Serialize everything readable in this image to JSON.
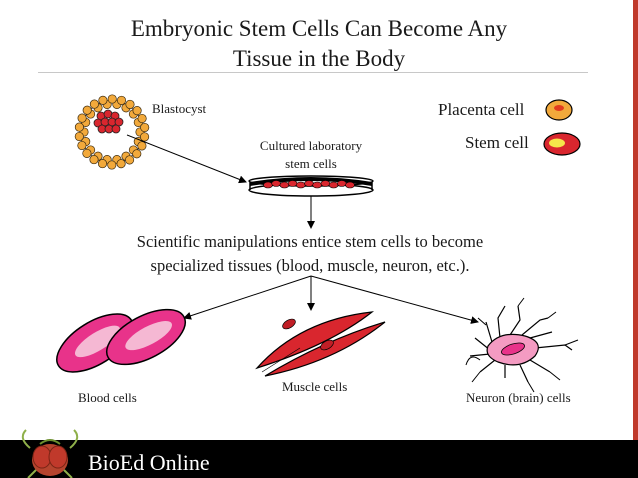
{
  "slide": {
    "title_line1": "Embryonic Stem Cells Can Become Any",
    "title_line2": "Tissue in the Body"
  },
  "diagram": {
    "blastocyst_label": "Blastocyst",
    "cultured_label_line1": "Cultured laboratory",
    "cultured_label_line2": "stem cells",
    "manipulation_line1": "Scientific manipulations entice stem cells to become",
    "manipulation_line2": "specialized tissues (blood, muscle, neuron, etc.).",
    "blood_label": "Blood cells",
    "muscle_label": "Muscle cells",
    "neuron_label": "Neuron (brain) cells"
  },
  "legend": {
    "placenta_label": "Placenta cell",
    "stem_label": "Stem cell"
  },
  "footer": {
    "brand": "BioEd Online"
  },
  "colors": {
    "accent_bar": "#c0392b",
    "placenta_cell": "#f2a93b",
    "stem_cell": "#d9262e",
    "blood_cell": "#e8338a"
  }
}
